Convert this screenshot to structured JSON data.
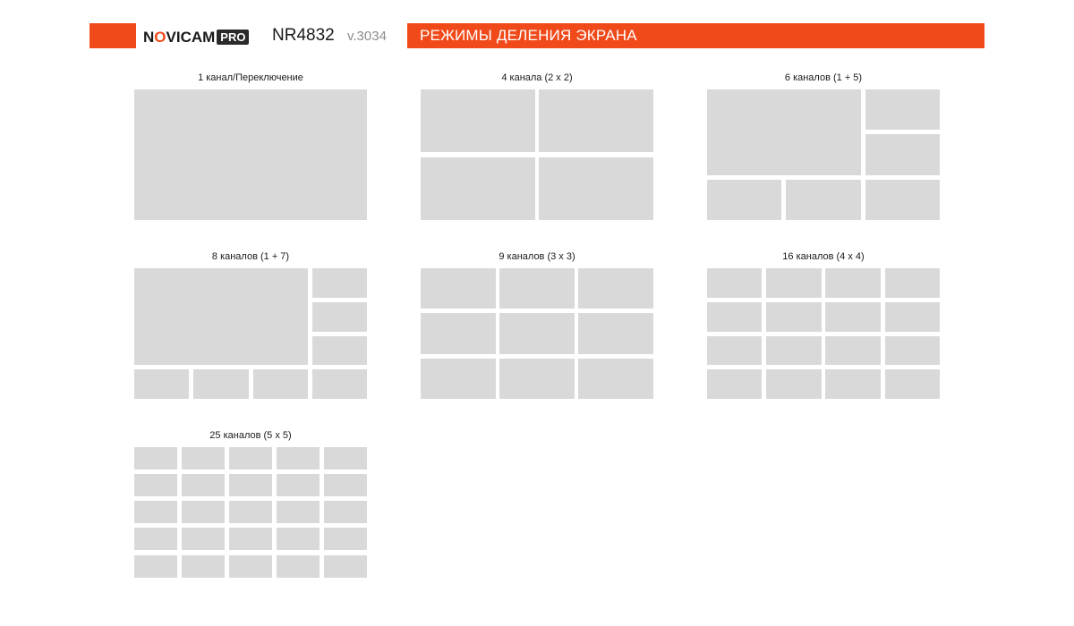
{
  "header": {
    "logo": {
      "novi": "N",
      "o": "O",
      "vicam": "VICAM",
      "pro": "PRO"
    },
    "model": "NR4832",
    "version": "v.3034",
    "title": "РЕЖИМЫ ДЕЛЕНИЯ ЭКРАНА"
  },
  "colors": {
    "accent": "#f04a1a",
    "tile": "#d9d9d9"
  },
  "layouts": [
    {
      "id": "1",
      "label": "1 канал/Переключение",
      "grid": "single",
      "channels": 1
    },
    {
      "id": "4",
      "label": "4 канала (2 х 2)",
      "grid": "2x2",
      "channels": 4
    },
    {
      "id": "6",
      "label": "6 каналов (1 + 5)",
      "grid": "1+5",
      "channels": 6
    },
    {
      "id": "8",
      "label": "8 каналов (1 + 7)",
      "grid": "1+7",
      "channels": 8
    },
    {
      "id": "9",
      "label": "9 каналов (3 х 3)",
      "grid": "3x3",
      "channels": 9
    },
    {
      "id": "16",
      "label": "16 каналов (4 х 4)",
      "grid": "4x4",
      "channels": 16
    },
    {
      "id": "25",
      "label": "25 каналов (5 х 5)",
      "grid": "5x5",
      "channels": 25
    }
  ]
}
